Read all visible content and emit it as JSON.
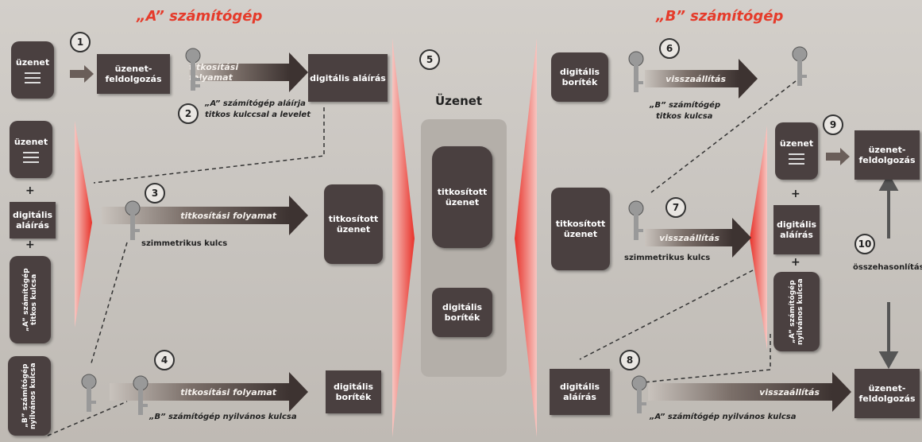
{
  "titles": {
    "a": "„A” számítógép",
    "b": "„B” számítógép",
    "middle": "Üzenet"
  },
  "steps": [
    "1",
    "2",
    "3",
    "4",
    "5",
    "6",
    "7",
    "8",
    "9",
    "10"
  ],
  "left": {
    "uzenet": "üzenet",
    "uzenet2": "üzenet",
    "digitalis_alairas": "digitális aláírás",
    "a_titkos_kulcsa": "„A” számítógép titkos kulcsa",
    "b_nyilvanos_kulcsa": "„B” számítógép nyilvános kulcsa",
    "plus": "+",
    "feldolgozas": "üzenet-feldolgozás",
    "titkositasi_folyamat": "titkosítási folyamat",
    "digitalis_alairas_box": "digitális aláírás",
    "step2_text_1": "„A” számítógép aláírja",
    "step2_text_2": "titkos kulccsal a levelet",
    "szimmetrikus_kulcs": "szimmetrikus kulcs",
    "titkositott_uzenet": "titkosított üzenet",
    "b_nyilvanos_label": "„B” számítógép nyilvános kulcsa",
    "digitalis_boritek": "digitális boríték"
  },
  "middle": {
    "titkositott": "titkosított üzenet",
    "boritek": "digitális boríték"
  },
  "right": {
    "digitalis_boritek": "digitális boríték",
    "visszaallitas": "visszaállítás",
    "b_titkos_1": "„B” számítógép",
    "b_titkos_2": "titkos kulcsa",
    "titkositott_uzenet": "titkosított üzenet",
    "szimmetrikus_kulcs": "szimmetrikus kulcs",
    "uzenet": "üzenet",
    "digitalis_alairas": "digitális aláírás",
    "a_nyilvanos": "„A” számítógép nyilvános kulcsa",
    "plus": "+",
    "feldolgozas": "üzenet-feldolgozás",
    "osszehasonlitas": "összehasonlítás",
    "digitalis_alairas_box": "digitális aláírás",
    "a_nyilvanos_label": "„A” számítógép nyilvános kulcsa"
  },
  "colors": {
    "box": "#4a4040",
    "accent": "#e53b2b",
    "panel": "#b4afa9"
  }
}
